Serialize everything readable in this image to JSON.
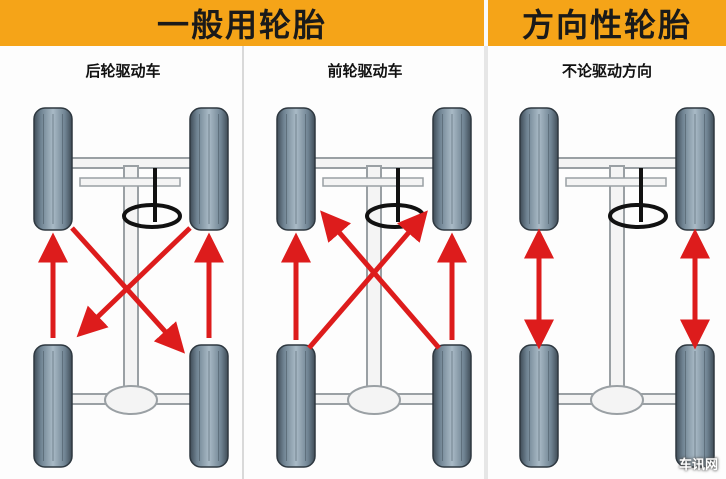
{
  "header": {
    "general_title": "一般用轮胎",
    "directional_title": "方向性轮胎"
  },
  "panels": [
    {
      "subtitle": "后轮驱动车",
      "pattern": "rear-cross"
    },
    {
      "subtitle": "前轮驱动车",
      "pattern": "front-cross"
    },
    {
      "subtitle": "不论驱动方向",
      "pattern": "straight-swap"
    }
  ],
  "watermark": "车讯网",
  "colors": {
    "header": "#f5a418",
    "arrow": "#dd1c1c",
    "tire": "#6f8392",
    "frame": "#9aa0a4"
  }
}
